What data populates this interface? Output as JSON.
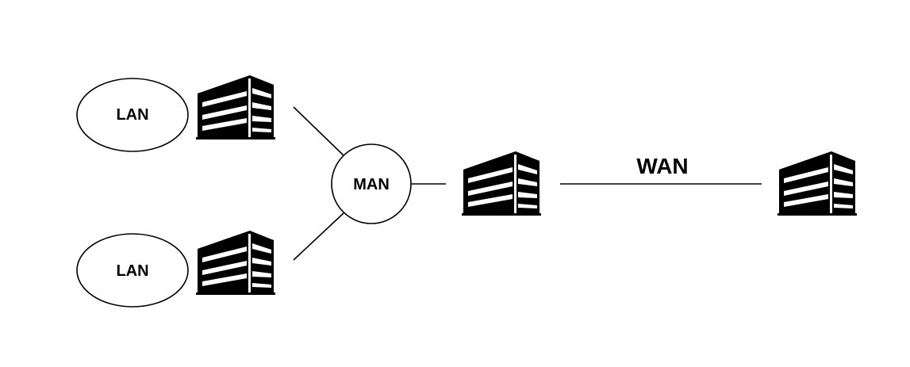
{
  "diagram": {
    "nodes": {
      "lan_top": {
        "label": "LAN",
        "shape": "ellipse"
      },
      "lan_bottom": {
        "label": "LAN",
        "shape": "ellipse"
      },
      "man": {
        "label": "MAN",
        "shape": "circle"
      },
      "building_lan_top": {
        "icon": "office-building-icon"
      },
      "building_lan_bottom": {
        "icon": "office-building-icon"
      },
      "building_center": {
        "icon": "office-building-icon"
      },
      "building_right": {
        "icon": "office-building-icon"
      }
    },
    "links": {
      "wan_label": "WAN"
    },
    "colors": {
      "stroke": "#000000",
      "background": "#ffffff"
    }
  }
}
